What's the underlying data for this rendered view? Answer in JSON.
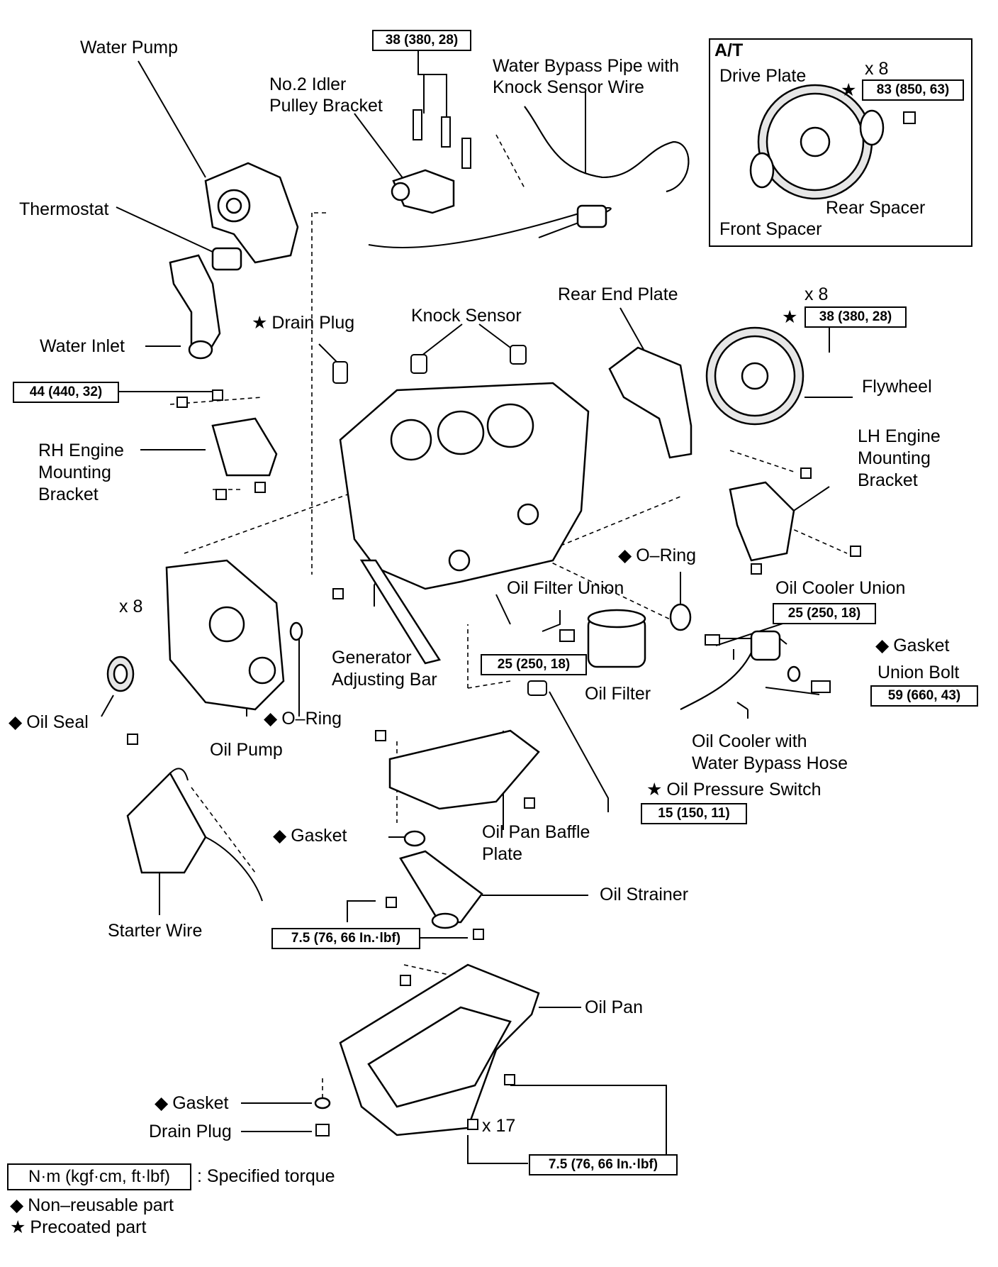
{
  "symbols": {
    "star": "★",
    "diamond": "◆"
  },
  "labels": {
    "water_pump": "Water Pump",
    "idler_bracket": [
      "No.2 Idler",
      "Pulley Bracket"
    ],
    "bypass_pipe": [
      "Water Bypass Pipe with",
      "Knock Sensor Wire"
    ],
    "thermostat": "Thermostat",
    "water_inlet": "Water Inlet",
    "drain_plug_top": "Drain Plug",
    "knock_sensor": "Knock Sensor",
    "rear_end_plate": "Rear End Plate",
    "flywheel": "Flywheel",
    "rh_bracket": [
      "RH Engine",
      "Mounting",
      "Bracket"
    ],
    "lh_bracket": [
      "LH Engine",
      "Mounting",
      "Bracket"
    ],
    "o_ring_right": "O–Ring",
    "oil_cooler_union": "Oil Cooler Union",
    "oil_filter_union": "Oil Filter Union",
    "generator_bar": [
      "Generator",
      "Adjusting Bar"
    ],
    "oil_filter": "Oil Filter",
    "gasket_right": "Gasket",
    "union_bolt": "Union Bolt",
    "oil_seal": "Oil Seal",
    "o_ring_left": "O–Ring",
    "oil_pump": "Oil Pump",
    "oil_cooler": [
      "Oil Cooler with",
      "Water Bypass Hose"
    ],
    "oil_pressure_switch": "Oil Pressure Switch",
    "gasket_mid": "Gasket",
    "baffle_plate": [
      "Oil Pan Baffle",
      "Plate"
    ],
    "oil_strainer": "Oil Strainer",
    "starter_wire": "Starter Wire",
    "oil_pan": "Oil Pan",
    "gasket_bottom": "Gasket",
    "drain_plug_bottom": "Drain Plug",
    "x8_pump": "x 8",
    "x17": "x 17"
  },
  "at_box": {
    "title": "A/T",
    "drive_plate": "Drive Plate",
    "x8": "x 8",
    "rear_spacer": "Rear Spacer",
    "front_spacer": "Front Spacer"
  },
  "flywheel_x8": "x 8",
  "torques": {
    "top_bolts": "38 (380, 28)",
    "drive_plate": "83 (850, 63)",
    "flywheel": "38 (380, 28)",
    "rh_bracket": "44 (440, 32)",
    "oil_cooler_union": "25 (250, 18)",
    "oil_filter_union": "25 (250, 18)",
    "union_bolt": "59 (660, 43)",
    "oil_pressure_switch": "15 (150, 11)",
    "strainer": "7.5 (76, 66 In.·lbf)",
    "oil_pan": "7.5 (76, 66 In.·lbf)"
  },
  "legend": {
    "torque_unit": "N·m (kgf·cm, ft·lbf)",
    "torque_desc": ": Specified torque",
    "non_reusable": "Non–reusable part",
    "precoated": "Precoated part"
  }
}
